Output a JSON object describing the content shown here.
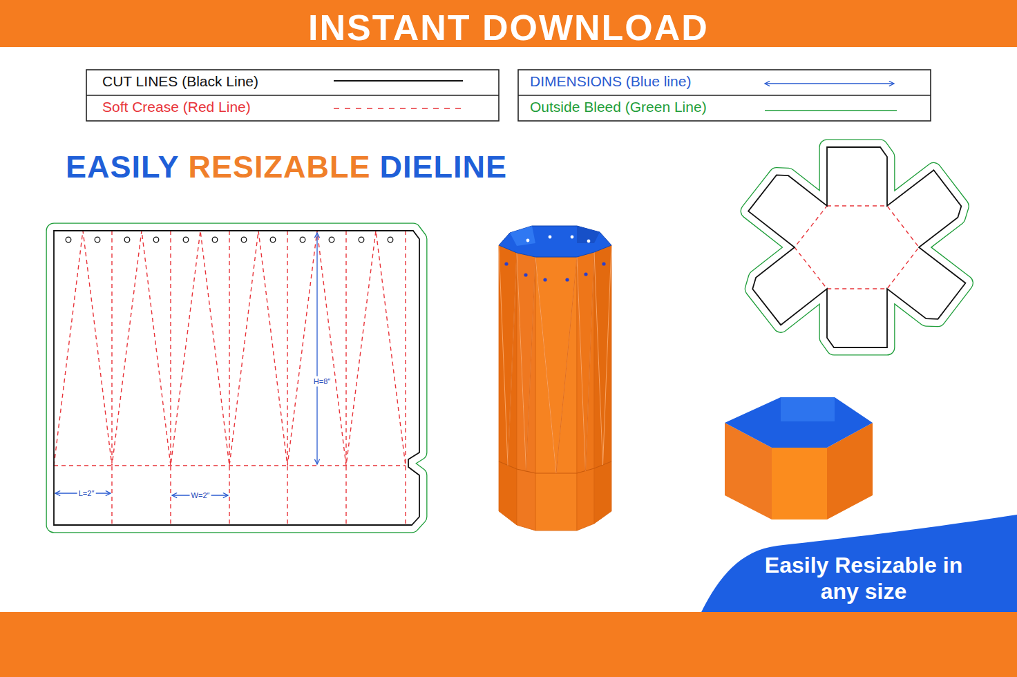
{
  "diagram": {
    "title": "INSTANT DOWNLOAD",
    "nodes": [
      {
        "text": [
          "Easily Resizable in any size"
        ]
      }
    ],
    "labels": [
      "EASILY",
      "RESIZABLE",
      "DIELINE",
      "H=8″",
      "L=2″",
      "W=2″"
    ],
    "legend": [
      {
        "text": "CUT LINES (Black Line)"
      },
      {
        "text": "Soft Crease (Red Line)"
      },
      {
        "text": "DIMENSIONS (Blue line)"
      },
      {
        "text": "Outside Bleed (Green Line)"
      }
    ]
  }
}
